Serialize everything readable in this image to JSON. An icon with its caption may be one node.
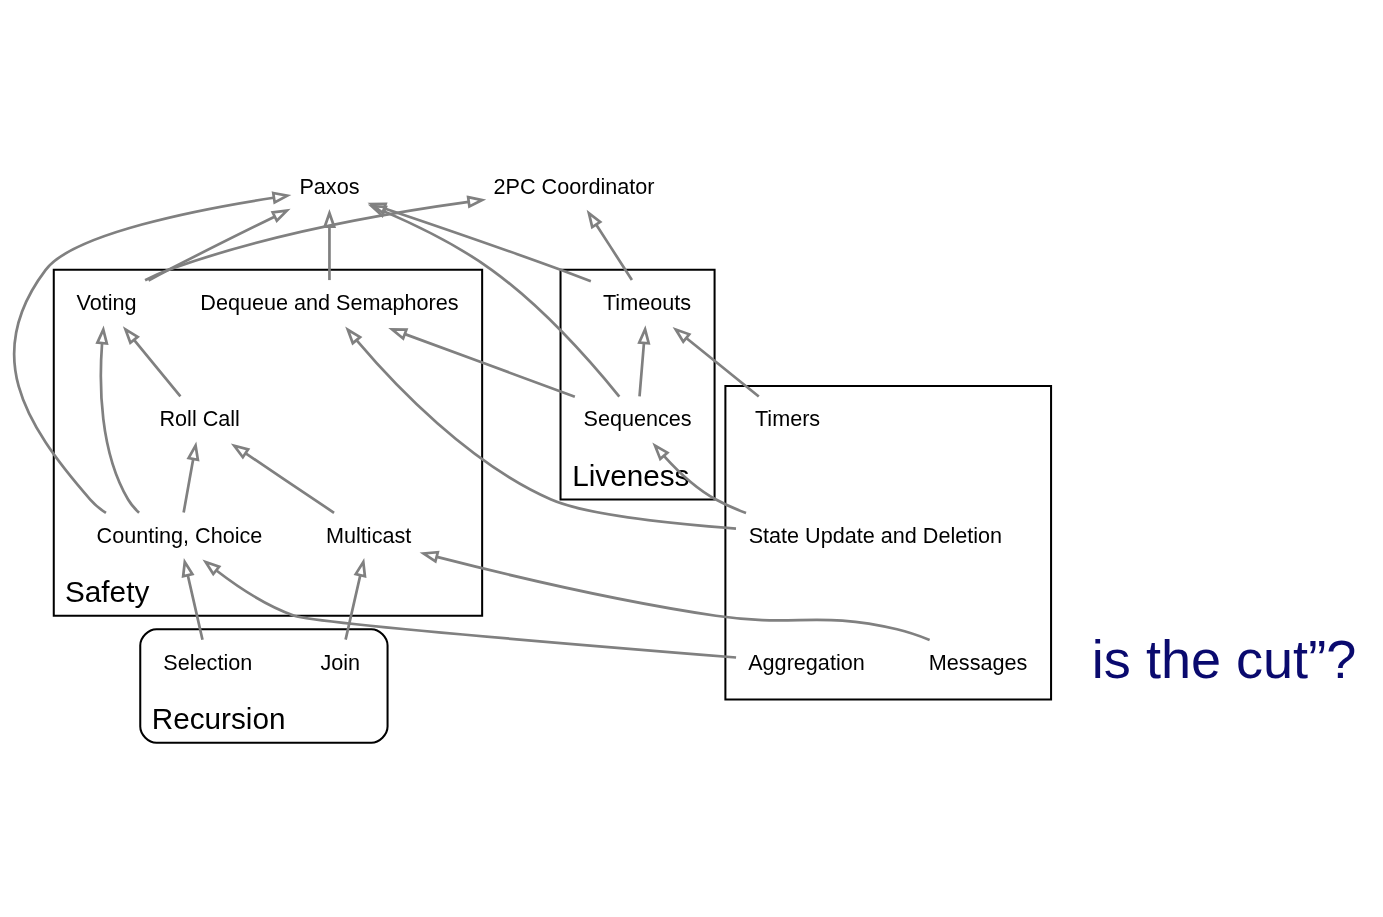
{
  "diagram": {
    "nodes": [
      {
        "text": [
          "2PC Coordinator"
        ]
      },
      {
        "text": [
          "Paxos"
        ]
      },
      {
        "text": [
          "Safety"
        ]
      },
      {
        "text": [
          "Voting"
        ],
        "in": 2
      },
      {
        "text": [
          "Roll Call"
        ],
        "in": 2
      },
      {
        "text": [
          "Dequeue and Semaphores"
        ],
        "in": 2
      },
      {
        "text": [
          "Liveness"
        ]
      },
      {
        "text": [
          "Timeouts"
        ],
        "in": 6
      },
      {
        "text": [
          "Multicast"
        ],
        "in": 2
      },
      {
        "text": [
          "Counting, Choice"
        ],
        "in": 2
      },
      {
        "text": [
          "Sequences"
        ],
        "in": 6
      },
      {
        "text": [
          "Recursion"
        ]
      },
      {
        "text": [
          "Selection"
        ],
        "in": 11
      },
      {
        "text": [
          "Join"
        ],
        "in": 11
      },
      {
        "text": [],
        "shape": "box"
      },
      {
        "text": [
          "Messages"
        ],
        "in": 14
      },
      {
        "text": [
          "Aggregation"
        ],
        "in": 14
      },
      {
        "text": [
          "State Update and Deletion"
        ],
        "in": 14
      },
      {
        "text": [
          "Timers"
        ],
        "in": 14
      }
    ],
    "edges": [
      {
        "from": 3,
        "to": 0,
        "arrow": "to"
      },
      {
        "from": 3,
        "to": 1,
        "arrow": "to"
      },
      {
        "from": 7,
        "to": 0,
        "arrow": "to"
      },
      {
        "from": 9,
        "to": 1,
        "arrow": "to"
      },
      {
        "from": 5,
        "to": 1,
        "arrow": "to"
      },
      {
        "from": 10,
        "to": 1,
        "arrow": "to"
      },
      {
        "from": 7,
        "to": 1,
        "arrow": "to"
      },
      {
        "from": 4,
        "to": 3,
        "arrow": "to"
      },
      {
        "from": 9,
        "to": 3,
        "arrow": "to"
      },
      {
        "from": 8,
        "to": 4,
        "arrow": "to"
      },
      {
        "from": 9,
        "to": 4,
        "arrow": "to"
      },
      {
        "from": 10,
        "to": 5,
        "arrow": "to"
      },
      {
        "from": 10,
        "to": 7,
        "arrow": "to"
      },
      {
        "from": 12,
        "to": 9,
        "arrow": "to"
      },
      {
        "from": 13,
        "to": 8,
        "arrow": "to"
      },
      {
        "from": 15,
        "to": 8,
        "arrow": "to"
      },
      {
        "from": 16,
        "to": 9,
        "arrow": "to"
      },
      {
        "from": 17,
        "to": 5,
        "arrow": "to"
      },
      {
        "from": 17,
        "to": 10,
        "arrow": "to"
      },
      {
        "from": 18,
        "to": 7,
        "arrow": "to"
      }
    ],
    "labels": [
      "is the cut”?"
    ]
  }
}
